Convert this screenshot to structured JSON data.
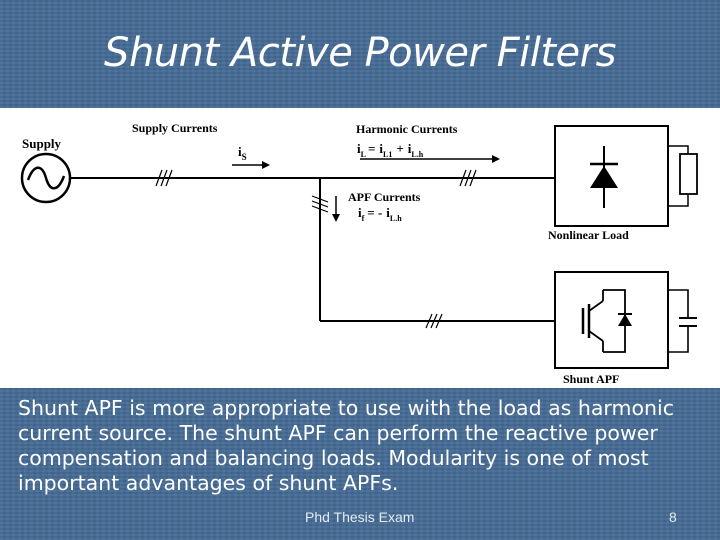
{
  "slide": {
    "title": "Shunt Active Power Filters",
    "body": " Shunt APF is more appropriate to use with the load as harmonic current source. The shunt APF can perform the reactive power compensation and balancing loads. Modularity is one of most important advantages of shunt APFs.",
    "footer": "Phd Thesis Exam",
    "page_number": "8"
  },
  "diagram": {
    "supply_label": "Supply",
    "supply_currents_label": "Supply Currents",
    "is_main": "i",
    "is_sub": "S",
    "harmonic_currents_label": "Harmonic Currents",
    "il_main": "i",
    "il_sub": "L",
    "eq1": "=",
    "il1_main": "i",
    "il1_sub": "L1",
    "plus": "+",
    "ilh_main": "i",
    "ilh_sub": "L.h",
    "apf_currents_label": "APF Currents",
    "if_main": "i",
    "if_sub": "f",
    "eq2": "= -",
    "ilh2_main": "i",
    "ilh2_sub": "L.h",
    "nonlinear_load_label": "Nonlinear Load",
    "shunt_apf_label": "Shunt APF"
  }
}
